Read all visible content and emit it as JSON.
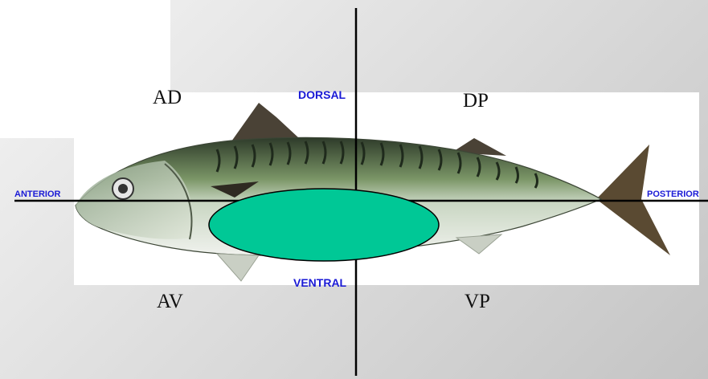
{
  "quadrants": {
    "anterior_dorsal": "AD",
    "dorsal_posterior": "DP",
    "anterior_ventral": "AV",
    "ventral_posterior": "VP"
  },
  "axes": {
    "dorsal": "DORSAL",
    "ventral": "VENTRAL",
    "anterior": "ANTERIOR",
    "posterior": "POSTERIOR"
  },
  "colors": {
    "axis_label": "#1a1ad6",
    "oval_fill": "#00c896",
    "axis_line": "#000000"
  },
  "icons": {
    "subject": "mackerel-fish-icon"
  }
}
